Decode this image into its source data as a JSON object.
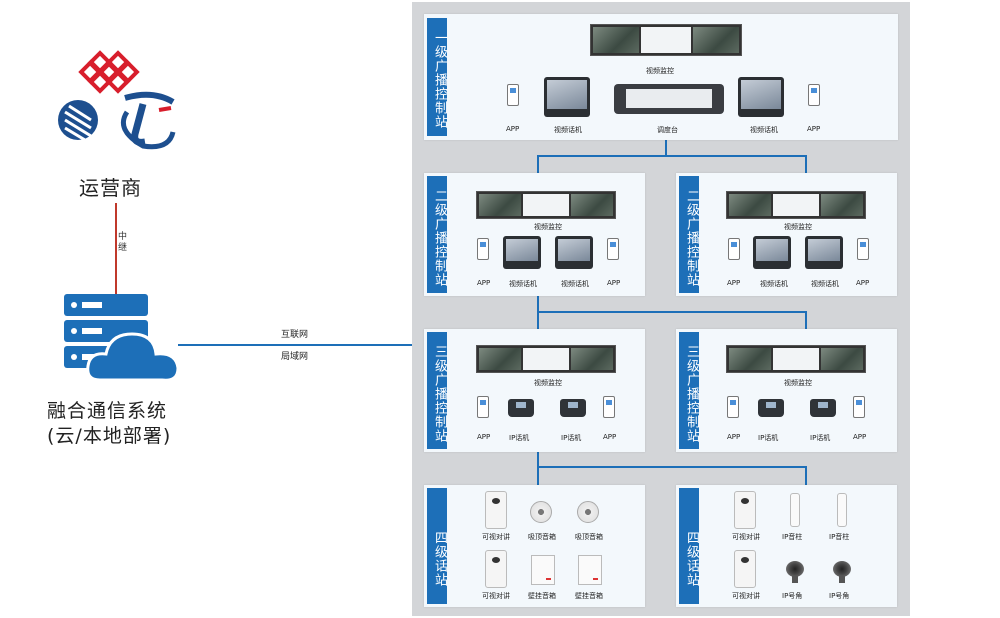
{
  "left": {
    "carrier_label": "运营商",
    "trunk_label": "中继",
    "system_label_1": "融合通信系统",
    "system_label_2": "(云/本地部署)",
    "net_label_1": "互联网",
    "net_label_2": "局域网"
  },
  "stations": {
    "level1": {
      "title": "一级广播控制站",
      "monitor": "视频监控",
      "app_left": "APP",
      "vphone_left": "视频话机",
      "console": "调度台",
      "vphone_right": "视频话机",
      "app_right": "APP"
    },
    "level2": {
      "title": "二级广播控制站",
      "monitor": "视频监控",
      "app_left": "APP",
      "vphone_left": "视频话机",
      "vphone_right": "视频话机",
      "app_right": "APP"
    },
    "level3": {
      "title": "三级广播控制站",
      "monitor": "视频监控",
      "app_left": "APP",
      "ip_left": "IP话机",
      "ip_right": "IP话机",
      "app_right": "APP"
    },
    "level4_left": {
      "title": "四级话站",
      "r1_a": "可视对讲",
      "r1_b": "吸顶音箱",
      "r1_c": "吸顶音箱",
      "r2_a": "可视对讲",
      "r2_b": "壁挂音箱",
      "r2_c": "壁挂音箱"
    },
    "level4_right": {
      "title": "四级话站",
      "r1_a": "可视对讲",
      "r1_b": "IP音柱",
      "r1_c": "IP音柱",
      "r2_a": "可视对讲",
      "r2_b": "IP号角",
      "r2_c": "IP号角"
    }
  },
  "colors": {
    "accent": "#1d6fb8",
    "trunk_line": "#c0392b",
    "panel_bg": "#d3d5d8"
  }
}
